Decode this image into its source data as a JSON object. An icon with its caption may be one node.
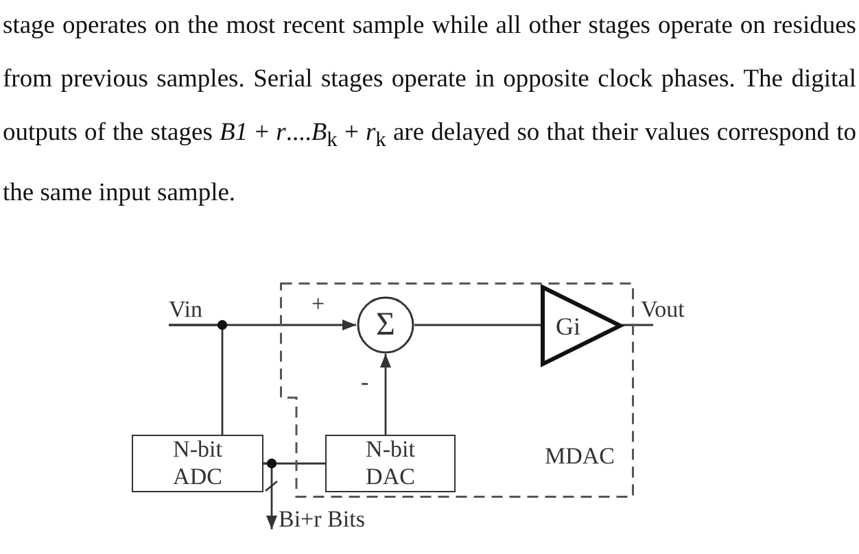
{
  "diagram": {
    "nodes": [
      {
        "text": [
          "Vin"
        ]
      },
      {
        "text": [
          "MDAC"
        ]
      },
      {
        "text": [
          "Σ"
        ],
        "in": 1
      },
      {
        "text": [
          "Gi"
        ],
        "in": 1
      },
      {
        "text": [
          "Vout"
        ]
      },
      {
        "text": [
          "N-bit ADC"
        ]
      },
      {
        "text": [
          "N-bit DAC"
        ],
        "in": 1
      },
      {
        "text": [
          "Bi+r Bits"
        ]
      }
    ],
    "edges": [
      {
        "from": 0,
        "to": 2,
        "arrow": "to",
        "label": "+"
      },
      {
        "from": 0,
        "to": 5,
        "arrow": "none"
      },
      {
        "from": 2,
        "to": 3,
        "arrow": "none"
      },
      {
        "from": 3,
        "to": 4,
        "arrow": "none"
      },
      {
        "from": 6,
        "to": 2,
        "arrow": "to",
        "label": "-"
      },
      {
        "from": 5,
        "to": 6,
        "arrow": "none"
      },
      {
        "from": 5,
        "to": 7,
        "arrow": "to"
      }
    ],
    "labels": [
      "stage operates on the most recent sample while all other stages operate on residues from previous samples. Serial stages operate in opposite clock phases. The digital outputs of the stages *B1* + *r*....*B*$_{k}$ + *r*$_{k}$ are delayed so that their values correspond to the same input sample."
    ]
  }
}
